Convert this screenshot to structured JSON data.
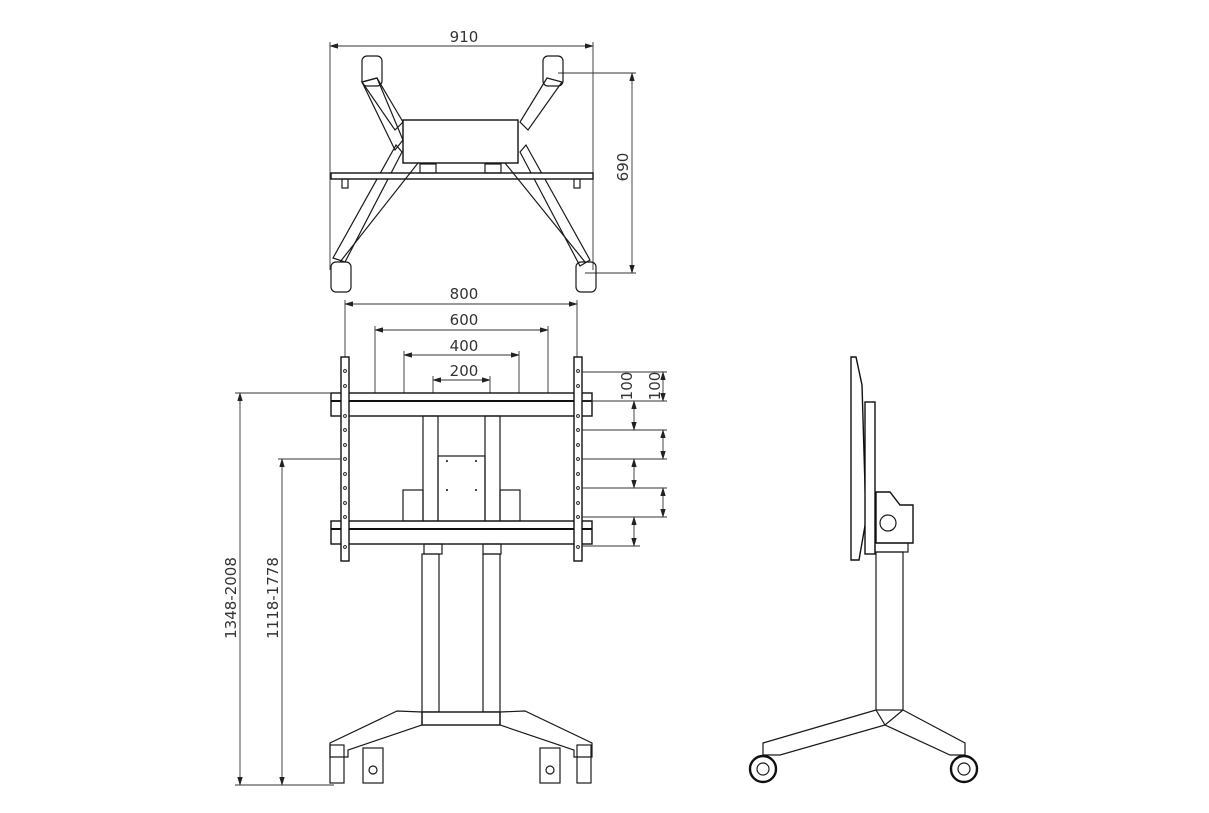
{
  "drawing": {
    "title": "Mobile TV stand technical drawing",
    "views": [
      "top-view",
      "front-view",
      "side-view"
    ],
    "dimensions": {
      "top_width": "910",
      "top_depth": "690",
      "vesa_800": "800",
      "vesa_600": "600",
      "vesa_400": "400",
      "vesa_200": "200",
      "pitch_a": "100",
      "pitch_b": "100",
      "total_height": "1348-2008",
      "center_height": "1118-1778"
    },
    "colors": {
      "line": "#1a1a1a",
      "dimension": "#333333",
      "background": "#ffffff"
    }
  }
}
